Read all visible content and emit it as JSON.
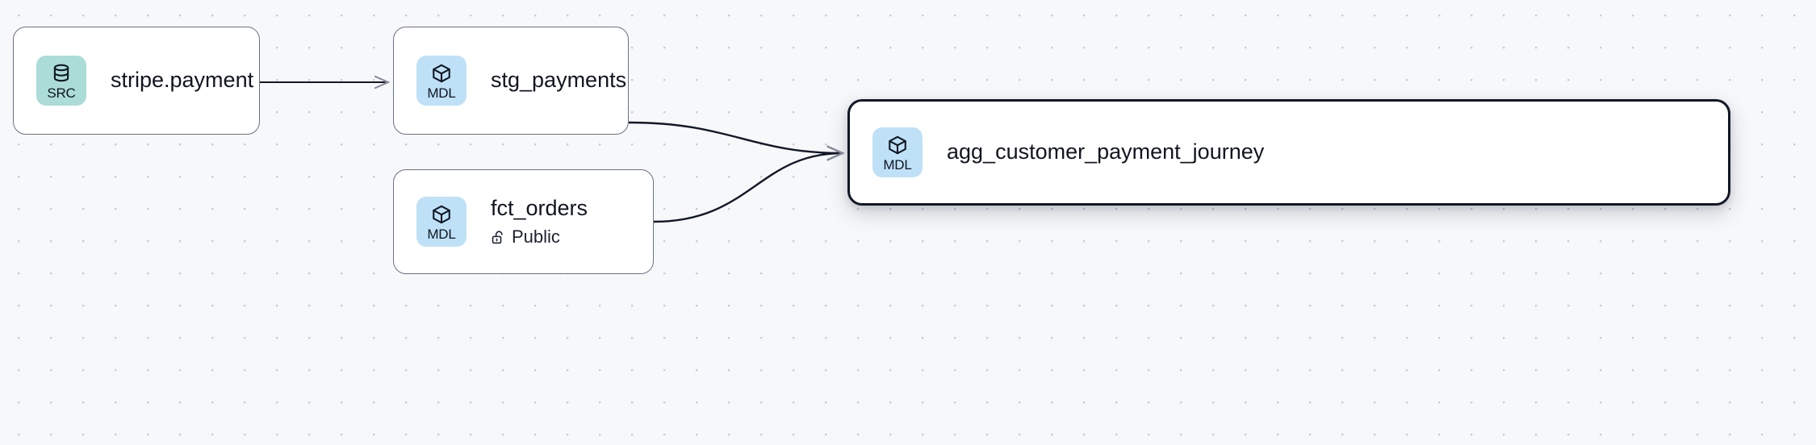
{
  "graph": {
    "background_color": "#f7f8fa",
    "grid": "dot-grid",
    "nodes": [
      {
        "id": "stripe-payment",
        "badge_kind": "SRC",
        "badge_color": "#abdcd8",
        "badge_icon": "database-icon",
        "title": "stripe.payment",
        "subtitle": "",
        "selected": false
      },
      {
        "id": "stg-payments",
        "badge_kind": "MDL",
        "badge_color": "#bfe1f7",
        "badge_icon": "cube-icon",
        "title": "stg_payments",
        "subtitle": "",
        "selected": false
      },
      {
        "id": "fct-orders",
        "badge_kind": "MDL",
        "badge_color": "#bfe1f7",
        "badge_icon": "cube-icon",
        "title": "fct_orders",
        "subtitle": "Public",
        "subtitle_icon": "unlock-icon",
        "selected": false
      },
      {
        "id": "agg-customer-payment-journey",
        "badge_kind": "MDL",
        "badge_color": "#bfe1f7",
        "badge_icon": "cube-icon",
        "title": "agg_customer_payment_journey",
        "subtitle": "",
        "selected": true
      }
    ],
    "edges": [
      {
        "id": "e1",
        "from": "stripe-payment",
        "to": "stg-payments",
        "style": "straight",
        "color": "#111827"
      },
      {
        "id": "e2",
        "from": "stg-payments",
        "to": "agg-customer-payment-journey",
        "style": "bezier",
        "color": "#111827"
      },
      {
        "id": "e3",
        "from": "fct-orders",
        "to": "agg-customer-payment-journey",
        "style": "bezier",
        "color": "#111827"
      }
    ],
    "edge_color": "#111827",
    "node_border_color": "#6b7184",
    "selected_border_color": "#111827"
  }
}
